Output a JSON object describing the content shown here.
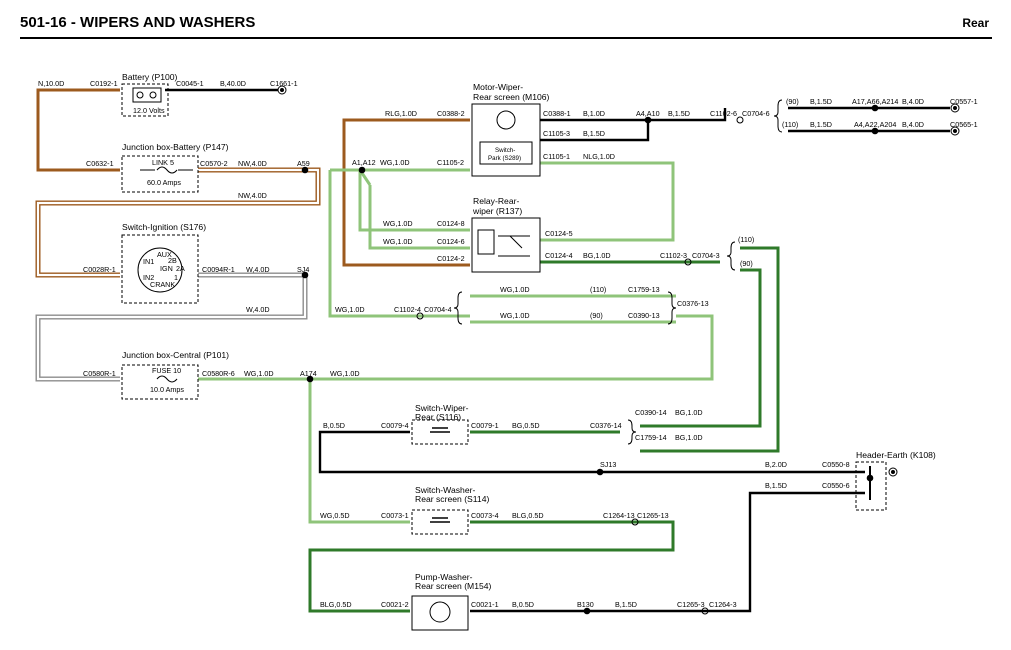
{
  "header": {
    "title": "501-16 - WIPERS AND WASHERS",
    "section": "Rear"
  },
  "colors": {
    "brown": "#9c5a1e",
    "white": "#ffffff",
    "lightgreen": "#8fc47a",
    "darkgreen": "#2f7a2a",
    "black": "#000000",
    "grey": "#8c8c8c"
  },
  "components": {
    "battery": {
      "title": "Battery (P100)",
      "spec": "12.0 Volts"
    },
    "jb_battery": {
      "title": "Junction box-Battery (P147)",
      "fuse": "LINK 5",
      "rating": "60.0 Amps"
    },
    "ignition": {
      "title": "Switch-Ignition (S176)",
      "aux": "AUX",
      "ign": "IGN",
      "crank": "CRANK",
      "in1": "IN1",
      "in2": "IN2",
      "p2b": "2B",
      "p2a": "2A",
      "p1": "1"
    },
    "jb_central": {
      "title": "Junction box-Central (P101)",
      "fuse": "FUSE 10",
      "rating": "10.0 Amps"
    },
    "motor": {
      "title1": "Motor-Wiper-",
      "title2": "Rear screen (M106)",
      "switch1": "Switch-",
      "switch2": "Park (S289)"
    },
    "relay": {
      "title1": "Relay-Rear-",
      "title2": "wiper (R137)"
    },
    "sw_wiper": {
      "title1": "Switch-Wiper-",
      "title2": "Rear (S116)"
    },
    "sw_washer": {
      "title1": "Switch-Washer-",
      "title2": "Rear screen (S114)"
    },
    "pump": {
      "title1": "Pump-Washer-",
      "title2": "Rear screen (M154)"
    },
    "earth": {
      "title": "Header-Earth (K108)"
    }
  },
  "labels": {
    "n10": "N,10.0D",
    "c0192_1": "C0192-1",
    "c0045_1": "C0045-1",
    "b40": "B,40.0D",
    "c1661_1": "C1661-1",
    "c0632_1": "C0632-1",
    "c0570_2": "C0570-2",
    "nw4_a": "NW,4.0D",
    "a59": "A59",
    "nw4_b": "NW,4.0D",
    "c0028r_1": "C0028R-1",
    "c0094r_1": "C0094R-1",
    "w4_a": "W,4.0D",
    "sj4": "SJ4",
    "w4_b": "W,4.0D",
    "c0580r_1": "C0580R-1",
    "c0580r_6": "C0580R-6",
    "wg1_jb": "WG,1.0D",
    "a174": "A174",
    "wg1_a174": "WG,1.0D",
    "rlg1": "RLG,1.0D",
    "c0388_2": "C0388-2",
    "a1a12": "A1,A12",
    "wg1_top": "WG,1.0D",
    "c1105_2": "C1105-2",
    "c0388_1": "C0388-1",
    "b1_m": "B,1.0D",
    "a4a10": "A4,A10",
    "b15_m": "B,1.5D",
    "c1102_6": "C1102-6",
    "c0704_6": "C0704-6",
    "l90": "(90)",
    "b15_90": "B,1.5D",
    "a17": "A17,A66,A214",
    "b4_90": "B,4.0D",
    "c0557_1": "C0557-1",
    "l110": "(110)",
    "b15_110": "B,1.5D",
    "a4a22": "A4,A22,A204",
    "b4_110": "B,4.0D",
    "c0565_1": "C0565-1",
    "c1105_3": "C1105-3",
    "b15_c1105": "B,1.5D",
    "c1105_1": "C1105-1",
    "nlg1": "NLG,1.0D",
    "wg1_r8": "WG,1.0D",
    "c0124_8": "C0124-8",
    "wg1_r6": "WG,1.0D",
    "c0124_6": "C0124-6",
    "c0124_2": "C0124-2",
    "c0124_5": "C0124-5",
    "c0124_4": "C0124-4",
    "bg1_r": "BG,1.0D",
    "c1102_3": "C1102-3",
    "c0704_3": "C0704-3",
    "r110": "(110)",
    "r90": "(90)",
    "wg1_c1102_4": "WG,1.0D",
    "c1102_4": "C1102-4",
    "c0704_4": "C0704-4",
    "wg1_110": "WG,1.0D",
    "p110": "(110)",
    "c1759_13": "C1759-13",
    "wg1_90": "WG,1.0D",
    "p90": "(90)",
    "c0390_13": "C0390-13",
    "c0376_13": "C0376-13",
    "b05": "B,0.5D",
    "c0079_4": "C0079-4",
    "c0079_1": "C0079-1",
    "bg05": "BG,0.5D",
    "c0376_14": "C0376-14",
    "c0390_14": "C0390-14",
    "bg1_a": "BG,1.0D",
    "c1759_14": "C1759-14",
    "bg1_b": "BG,1.0D",
    "sj13": "SJ13",
    "b2": "B,2.0D",
    "c0550_8": "C0550-8",
    "b15_e": "B,1.5D",
    "c0550_6": "C0550-6",
    "wg05": "WG,0.5D",
    "c0073_1": "C0073-1",
    "c0073_4": "C0073-4",
    "blg05_a": "BLG,0.5D",
    "c1264_13": "C1264-13",
    "c1265_13": "C1265-13",
    "blg05_b": "BLG,0.5D",
    "c0021_2": "C0021-2",
    "c0021_1": "C0021-1",
    "b05_p": "B,0.5D",
    "b130": "B130",
    "b15_p": "B,1.5D",
    "c1265_3": "C1265-3",
    "c1264_3": "C1264-3"
  }
}
